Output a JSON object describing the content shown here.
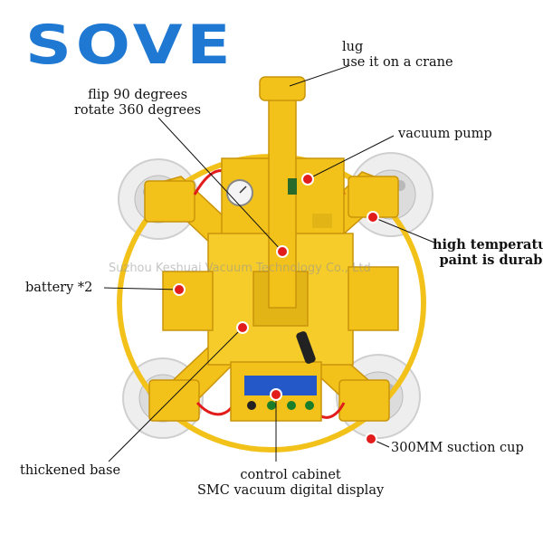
{
  "brand": {
    "logo_text": "SOVE",
    "color": "#1f78d1"
  },
  "watermark": {
    "text": "Suzhou Keshuai Vacuum Technology Co., Ltd",
    "color": "rgba(150,150,150,0.55)"
  },
  "colors": {
    "frame_yellow": "#f2c21b",
    "frame_shadow": "#c9940a",
    "callout_red": "#e21b1b",
    "cup_white": "#eeeeee",
    "panel_blue": "#2457c8"
  },
  "labels": {
    "lug_1": "lug",
    "lug_2": "use it on a crane",
    "flip": "flip 90 degrees",
    "rotate": "rotate 360 degrees",
    "vacuum_pump": "vacuum pump",
    "high_temp_1": "high temperature",
    "high_temp_2": "paint is durable",
    "battery": "battery *2",
    "suction_cup": "300MM suction cup",
    "thickened_base": "thickened base",
    "control_cabinet": "control cabinet",
    "smc_display": "SMC vacuum digital display"
  }
}
